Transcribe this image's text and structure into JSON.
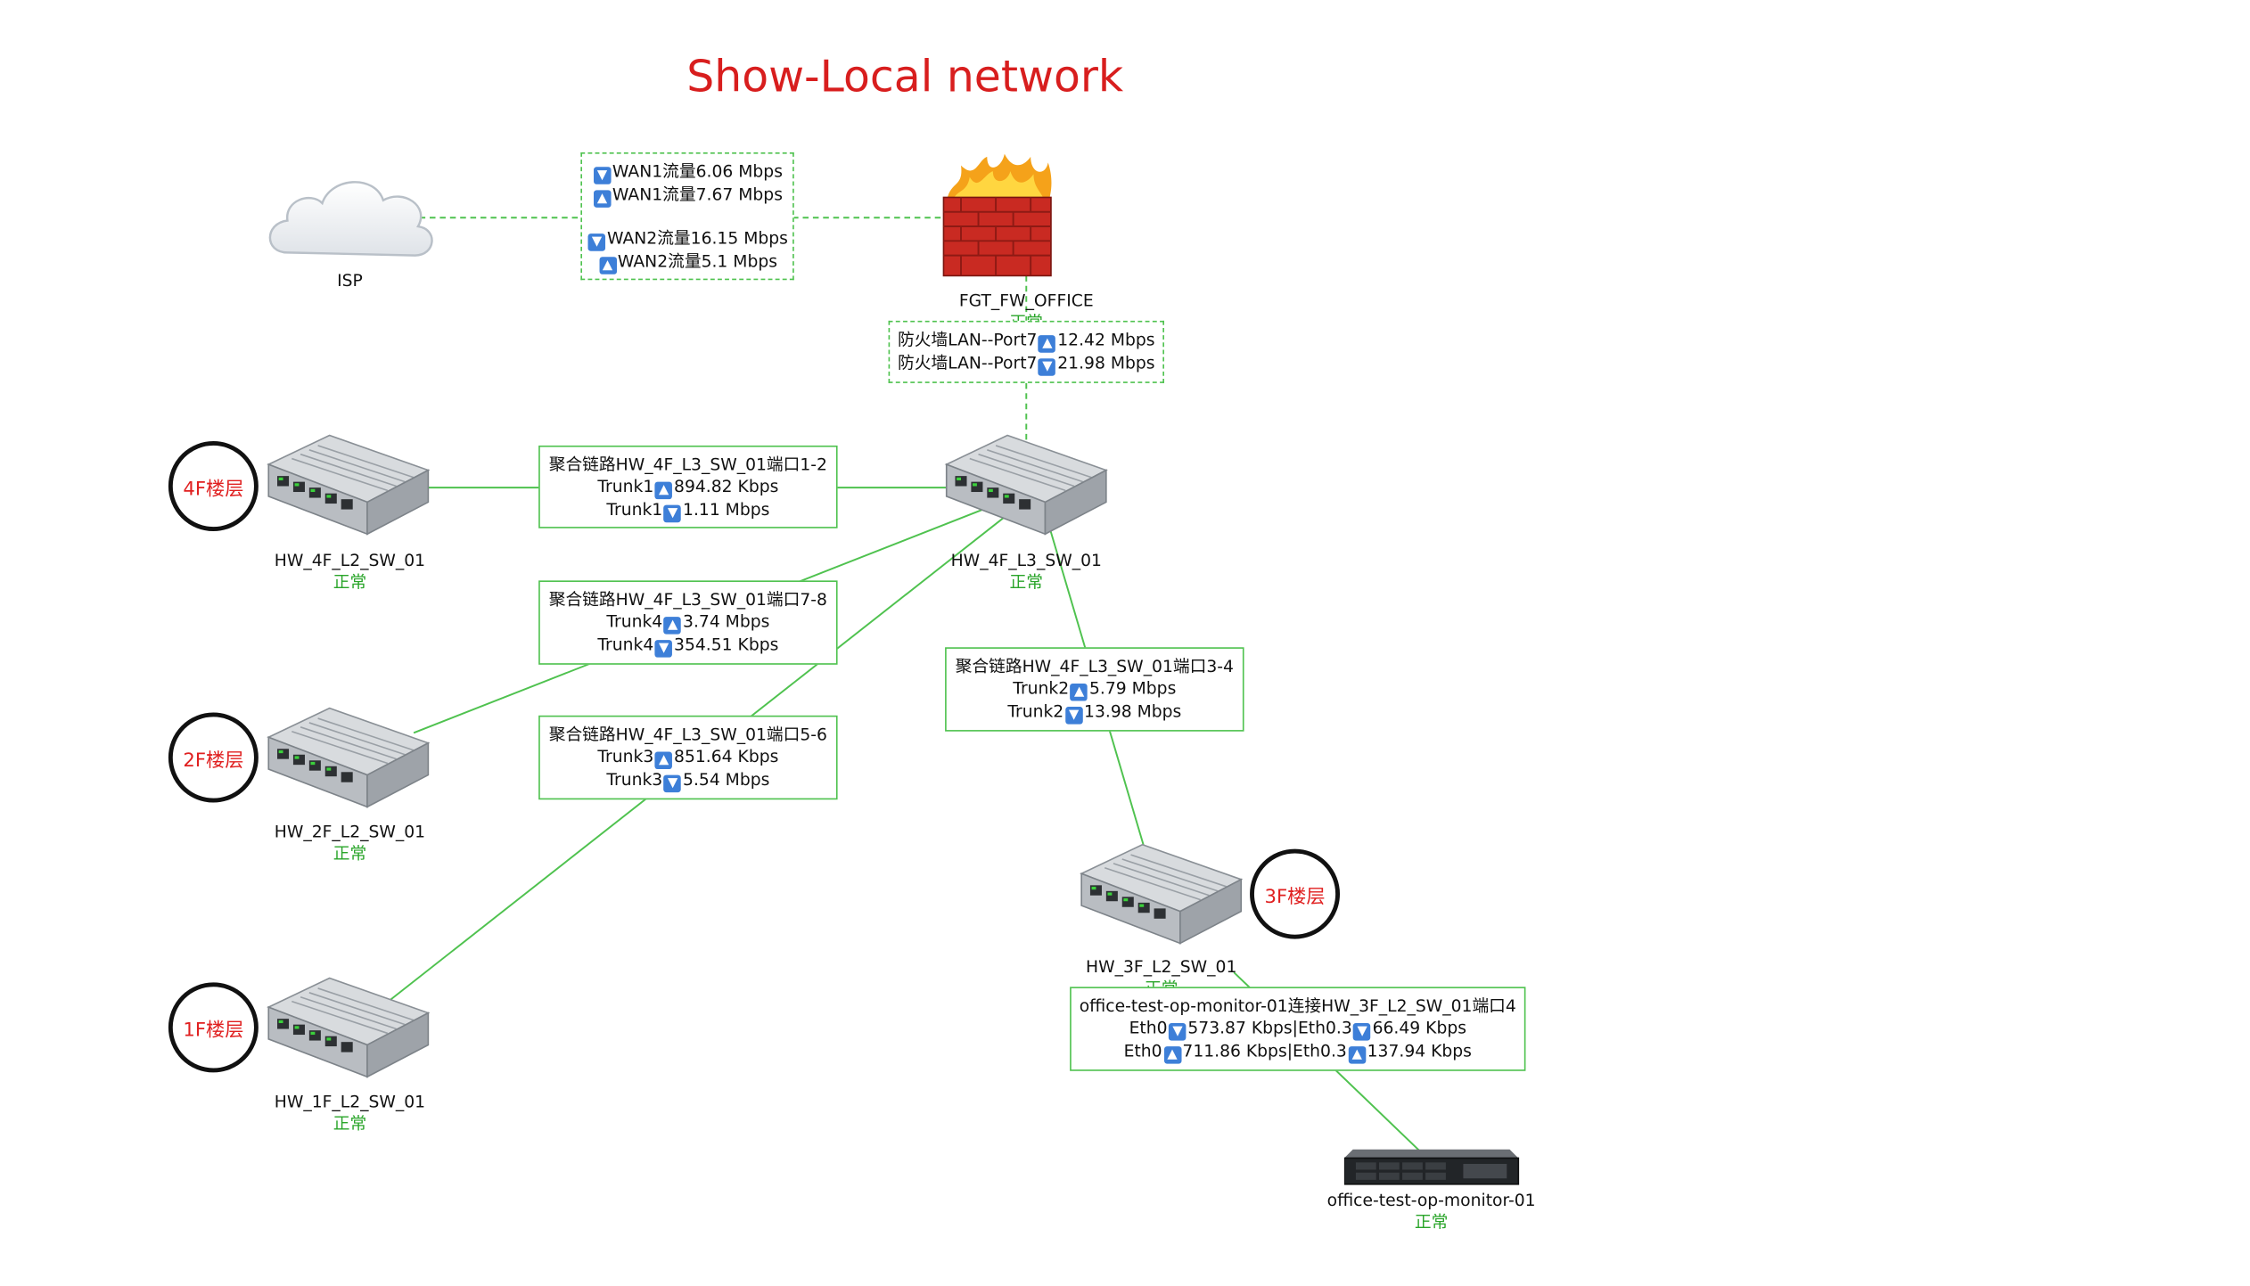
{
  "title": "Show-Local network",
  "status_ok": "正常",
  "colors": {
    "title": "#d81e1e",
    "link": "#4fc24f",
    "status": "#2aa52a",
    "floor_text": "#e02020"
  },
  "nodes": {
    "isp": {
      "name": "ISP",
      "icon": "cloud-icon"
    },
    "firewall": {
      "name": "FGT_FW_OFFICE",
      "status": "正常",
      "icon": "firewall-icon"
    },
    "core": {
      "name": "HW_4F_L3_SW_01",
      "status": "正常",
      "icon": "switch-icon"
    },
    "sw4f": {
      "name": "HW_4F_L2_SW_01",
      "status": "正常",
      "floor": "4F楼层",
      "icon": "switch-icon"
    },
    "sw2f": {
      "name": "HW_2F_L2_SW_01",
      "status": "正常",
      "floor": "2F楼层",
      "icon": "switch-icon"
    },
    "sw1f": {
      "name": "HW_1F_L2_SW_01",
      "status": "正常",
      "floor": "1F楼层",
      "icon": "switch-icon"
    },
    "sw3f": {
      "name": "HW_3F_L2_SW_01",
      "status": "正常",
      "floor": "3F楼层",
      "icon": "switch-icon"
    },
    "server": {
      "name": "office-test-op-monitor-01",
      "status": "正常",
      "icon": "server-icon"
    }
  },
  "links": {
    "wan": {
      "l1": {
        "dir": "down",
        "text": "WAN1流量6.06 Mbps"
      },
      "l2": {
        "dir": "up",
        "text": "WAN1流量7.67 Mbps"
      },
      "l3": {
        "dir": "down",
        "text": "WAN2流量16.15 Mbps"
      },
      "l4": {
        "dir": "up",
        "text": "WAN2流量5.1 Mbps"
      }
    },
    "fw_lan": {
      "l1": {
        "pre": "防火墙LAN--Port7",
        "dir": "up",
        "val": "12.42 Mbps"
      },
      "l2": {
        "pre": "防火墙LAN--Port7",
        "dir": "down",
        "val": "21.98 Mbps"
      }
    },
    "trunk1": {
      "title": "聚合链路HW_4F_L3_SW_01端口1-2",
      "l1": {
        "pre": "Trunk1",
        "dir": "up",
        "val": "894.82 Kbps"
      },
      "l2": {
        "pre": "Trunk1",
        "dir": "down",
        "val": "1.11 Mbps"
      }
    },
    "trunk4": {
      "title": "聚合链路HW_4F_L3_SW_01端口7-8",
      "l1": {
        "pre": "Trunk4",
        "dir": "up",
        "val": "3.74 Mbps"
      },
      "l2": {
        "pre": "Trunk4",
        "dir": "down",
        "val": "354.51 Kbps"
      }
    },
    "trunk3": {
      "title": "聚合链路HW_4F_L3_SW_01端口5-6",
      "l1": {
        "pre": "Trunk3",
        "dir": "up",
        "val": "851.64 Kbps"
      },
      "l2": {
        "pre": "Trunk3",
        "dir": "down",
        "val": "5.54 Mbps"
      }
    },
    "trunk2": {
      "title": "聚合链路HW_4F_L3_SW_01端口3-4",
      "l1": {
        "pre": "Trunk2",
        "dir": "up",
        "val": "5.79 Mbps"
      },
      "l2": {
        "pre": "Trunk2",
        "dir": "down",
        "val": "13.98 Mbps"
      }
    },
    "server_link": {
      "title": "office-test-op-monitor-01连接HW_3F_L2_SW_01端口4",
      "l1": {
        "p1": "Eth0",
        "d1": "down",
        "v1": "573.87 Kbps|Eth0.3",
        "d2": "down",
        "v2": "66.49 Kbps"
      },
      "l2": {
        "p1": "Eth0",
        "d1": "up",
        "v1": "711.86 Kbps|Eth0.3",
        "d2": "up",
        "v2": "137.94 Kbps"
      }
    }
  }
}
